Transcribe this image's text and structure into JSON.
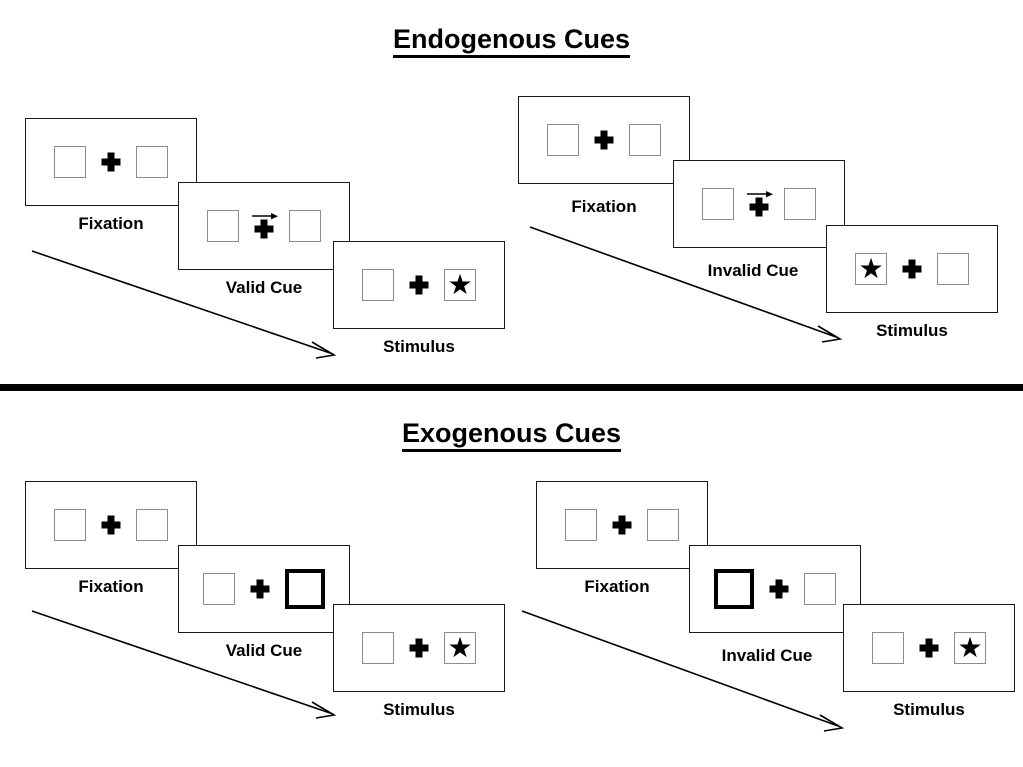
{
  "sections": [
    {
      "id": "endogenous",
      "title": "Endogenous Cues",
      "sequences": [
        {
          "id": "endogenous-valid",
          "panels": [
            {
              "label": "Fixation",
              "left_box": "empty",
              "right_box": "empty",
              "cue": "none",
              "target": "none"
            },
            {
              "label": "Valid Cue",
              "left_box": "empty",
              "right_box": "empty",
              "cue": "arrow-right",
              "target": "none"
            },
            {
              "label": "Stimulus",
              "left_box": "empty",
              "right_box": "star",
              "cue": "none",
              "target": "right"
            }
          ]
        },
        {
          "id": "endogenous-invalid",
          "panels": [
            {
              "label": "Fixation",
              "left_box": "empty",
              "right_box": "empty",
              "cue": "none",
              "target": "none"
            },
            {
              "label": "Invalid Cue",
              "left_box": "empty",
              "right_box": "empty",
              "cue": "arrow-right",
              "target": "none"
            },
            {
              "label": "Stimulus",
              "left_box": "star",
              "right_box": "empty",
              "cue": "none",
              "target": "left"
            }
          ]
        }
      ]
    },
    {
      "id": "exogenous",
      "title": "Exogenous Cues",
      "sequences": [
        {
          "id": "exogenous-valid",
          "panels": [
            {
              "label": "Fixation",
              "left_box": "empty",
              "right_box": "empty",
              "cue": "none",
              "target": "none"
            },
            {
              "label": "Valid Cue",
              "left_box": "empty",
              "right_box": "cued",
              "cue": "box-highlight-right",
              "target": "none"
            },
            {
              "label": "Stimulus",
              "left_box": "empty",
              "right_box": "star",
              "cue": "none",
              "target": "right"
            }
          ]
        },
        {
          "id": "exogenous-invalid",
          "panels": [
            {
              "label": "Fixation",
              "left_box": "empty",
              "right_box": "empty",
              "cue": "none",
              "target": "none"
            },
            {
              "label": "Invalid Cue",
              "left_box": "cued",
              "right_box": "empty",
              "cue": "box-highlight-left",
              "target": "none"
            },
            {
              "label": "Stimulus",
              "left_box": "empty",
              "right_box": "star",
              "cue": "none",
              "target": "right"
            }
          ]
        }
      ]
    }
  ],
  "glyphs": {
    "star": "★"
  },
  "colors": {
    "ink": "#000000",
    "panel_border": "#1a1a1a",
    "box_border": "#8c8c8c",
    "cued_box_border": "#000000",
    "background": "#ffffff"
  }
}
